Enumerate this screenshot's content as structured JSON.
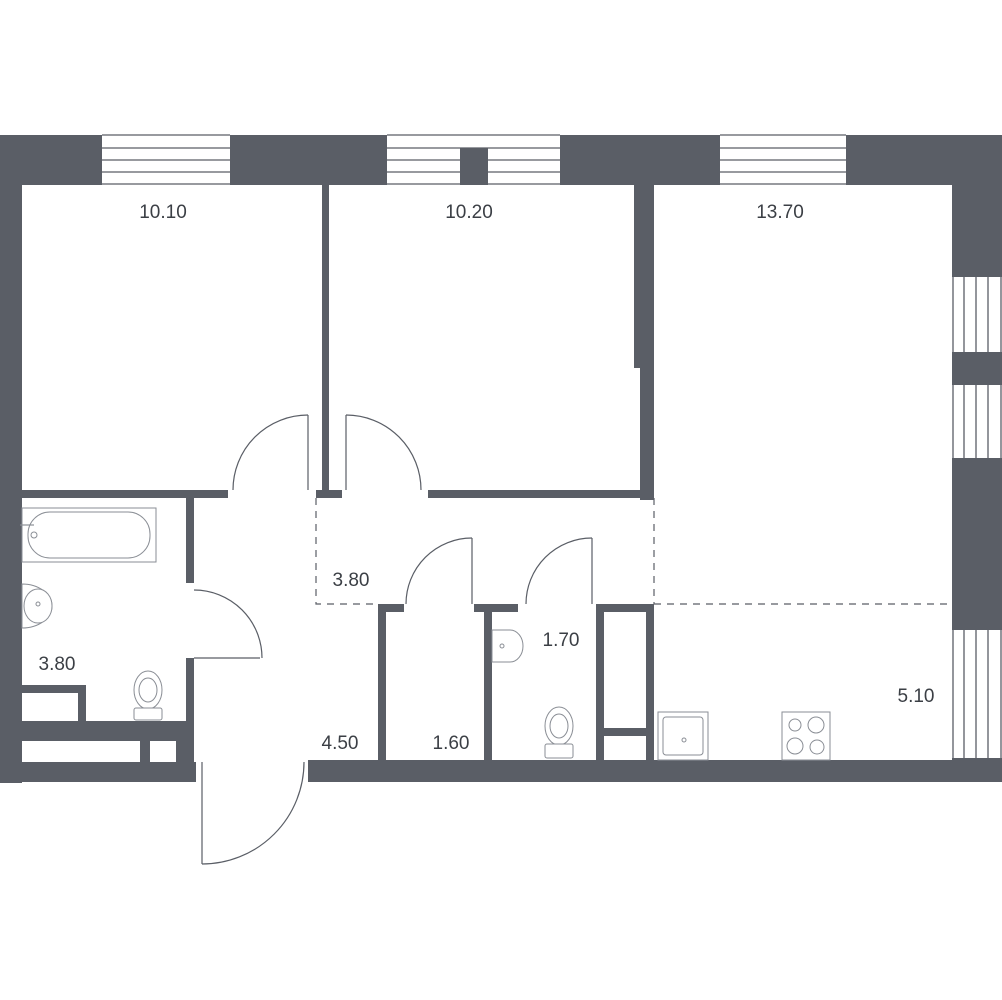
{
  "rooms": [
    {
      "id": "bedroom-left",
      "area": "10.10"
    },
    {
      "id": "bedroom-middle",
      "area": "10.20"
    },
    {
      "id": "living-room",
      "area": "13.70"
    },
    {
      "id": "corridor",
      "area": "3.80"
    },
    {
      "id": "bathroom",
      "area": "3.80"
    },
    {
      "id": "hall",
      "area": "4.50"
    },
    {
      "id": "storage",
      "area": "1.60"
    },
    {
      "id": "toilet",
      "area": "1.70"
    },
    {
      "id": "kitchen",
      "area": "5.10"
    }
  ],
  "colors": {
    "wall": "#5a5e66",
    "label": "#3b3f45",
    "background": "#ffffff"
  }
}
